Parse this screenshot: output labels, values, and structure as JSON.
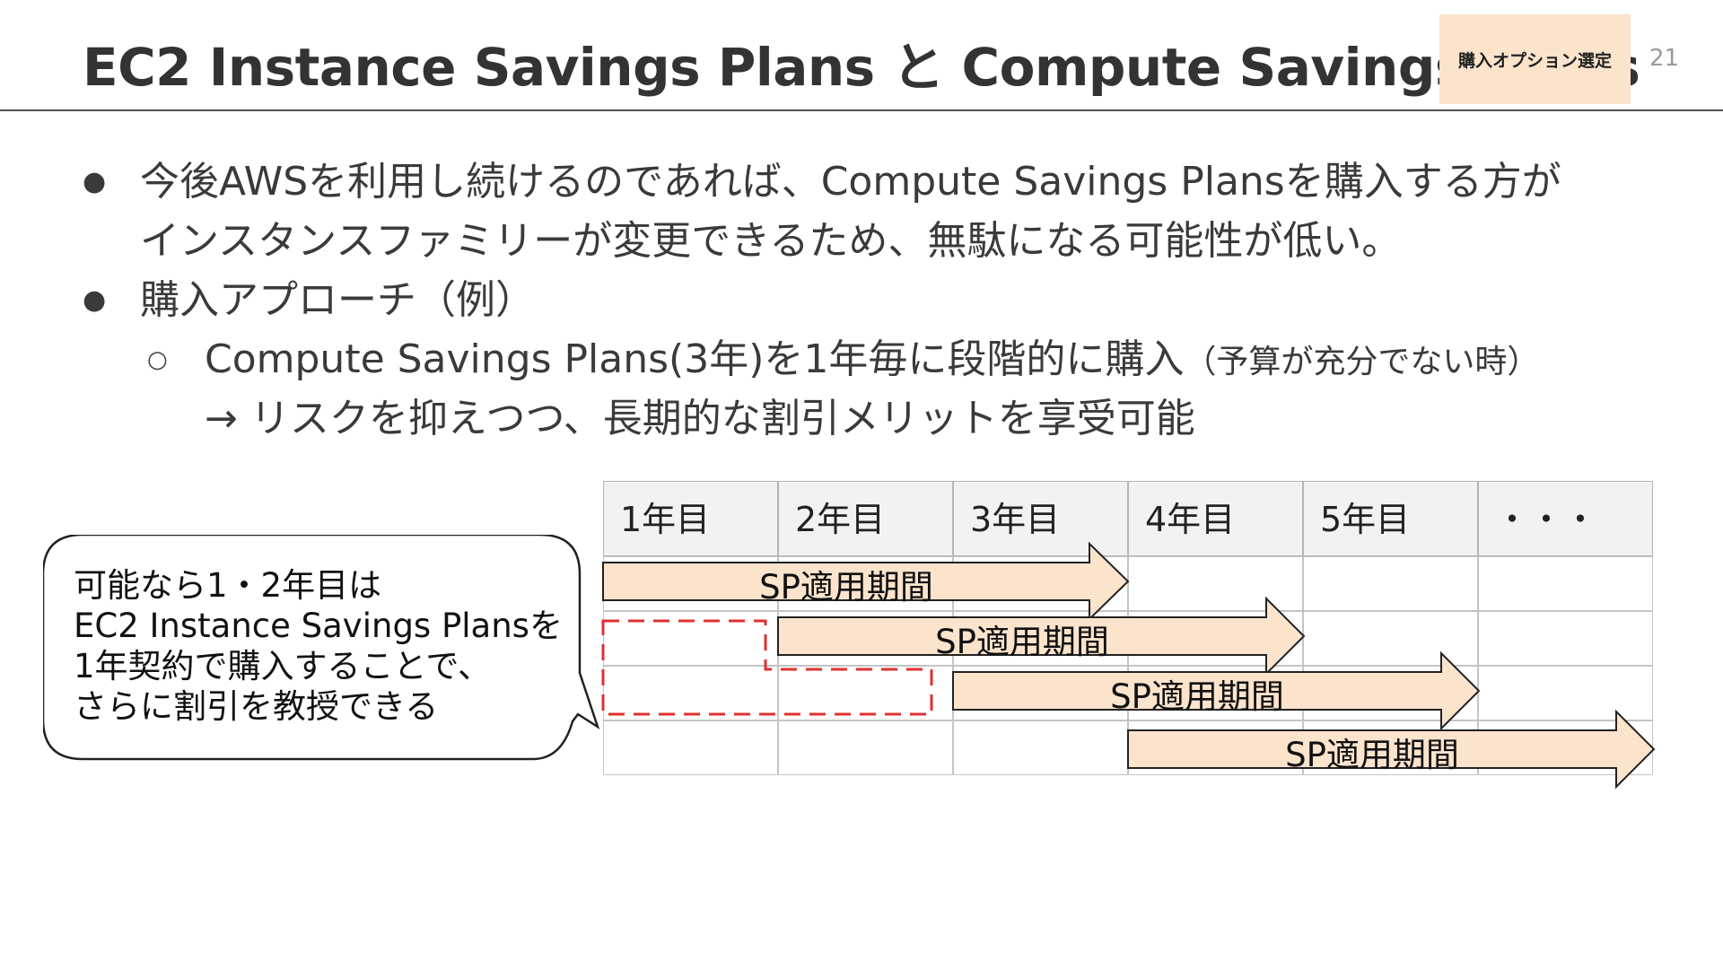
{
  "header": {
    "title": "EC2 Instance Savings Plans と Compute Savings Plans",
    "tag": "購入オプション選定",
    "page_number": "21"
  },
  "bullets": {
    "item1_line1": "今後AWSを利用し続けるのであれば、Compute Savings Plansを購入する方が",
    "item1_line2": "インスタンスファミリーが変更できるため、無駄になる可能性が低い。",
    "item2": "購入アプローチ（例）",
    "sub1_main": "Compute Savings Plans(3年)を1年毎に段階的に購入",
    "sub1_note": "（予算が充分でない時）",
    "sub1_line2": "→ リスクを抑えつつ、長期的な割引メリットを享受可能"
  },
  "callout": {
    "line1": "可能なら1・2年目は",
    "line2": "EC2 Instance Savings Plansを",
    "line3": "1年契約で購入することで、",
    "line4": "さらに割引を教授できる"
  },
  "timeline": {
    "years": [
      "1年目",
      "2年目",
      "3年目",
      "4年目",
      "5年目",
      "・・・"
    ],
    "arrow_label": "SP適用期間",
    "arrows": [
      {
        "label": "SP適用期間",
        "start_year": 1,
        "span_years": 3
      },
      {
        "label": "SP適用期間",
        "start_year": 2,
        "span_years": 3
      },
      {
        "label": "SP適用期間",
        "start_year": 3,
        "span_years": 3
      },
      {
        "label": "SP適用期間",
        "start_year": 4,
        "span_years": 3
      }
    ]
  },
  "colors": {
    "arrow_fill": "#fbe3cc",
    "tag_fill": "#fbe3cc",
    "dashed_outline": "#e03030",
    "header_cell": "#f2f2f2"
  }
}
